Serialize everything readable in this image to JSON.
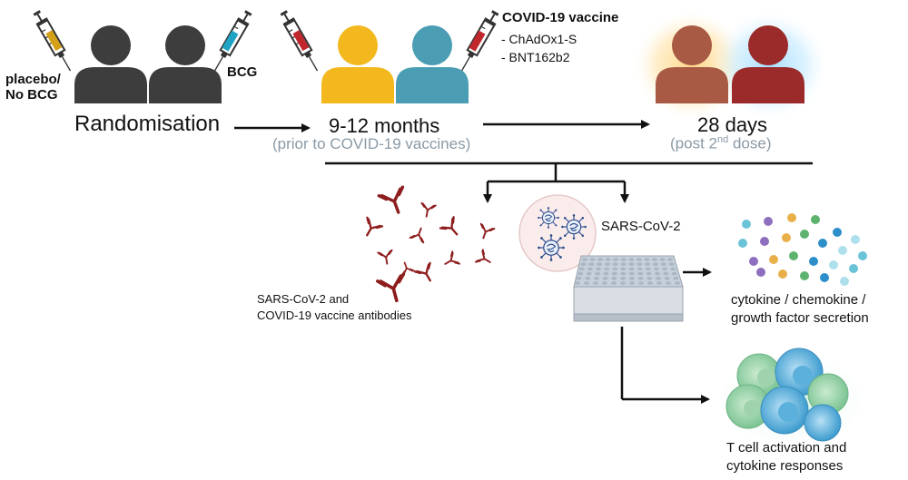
{
  "labels": {
    "placebo_line1": "placebo/",
    "placebo_line2": "No BCG",
    "bcg": "BCG",
    "randomisation": "Randomisation",
    "timepoint1_title": "9-12 months",
    "timepoint1_note": "(prior to COVID-19 vaccines)",
    "vaccine_title": "COVID-19 vaccine",
    "vaccine_items": [
      "- ChAdOx1-S",
      "- BNT162b2"
    ],
    "timepoint2_title": "28 days",
    "timepoint2_note_prefix": "(post 2",
    "timepoint2_note_sup": "nd",
    "timepoint2_note_suffix": " dose)",
    "antibodies_line1": "SARS-CoV-2 and",
    "antibodies_line2": "COVID-19 vaccine antibodies",
    "virus": "SARS-CoV-2",
    "cytokine_line1": "cytokine / chemokine /",
    "cytokine_line2": "growth factor secretion",
    "tcell_line1": "T cell activation and",
    "tcell_line2": "cytokine responses"
  },
  "icons": {
    "syringes": [
      "syringe-placebo-icon",
      "syringe-bcg-icon",
      "syringe-vaccine-icon"
    ],
    "people": [
      "person-icon"
    ],
    "antibody": "antibody-icon",
    "virus": "virus-icon",
    "plate": "well-plate-icon",
    "cells": "t-cell-icon"
  },
  "colors": {
    "placebo_fluid": "#d4a017",
    "bcg_fluid": "#1fa3c4",
    "vaccine_fluid": "#c0272d",
    "person_dark": "#3d3d3d",
    "person_yellow": "#f2b81e",
    "person_teal": "#4a9db3",
    "person_brown": "#a85a45",
    "person_red": "#9b2b2b",
    "antibody": "#8e1d1d",
    "text_grey": "#8a9aa6"
  }
}
